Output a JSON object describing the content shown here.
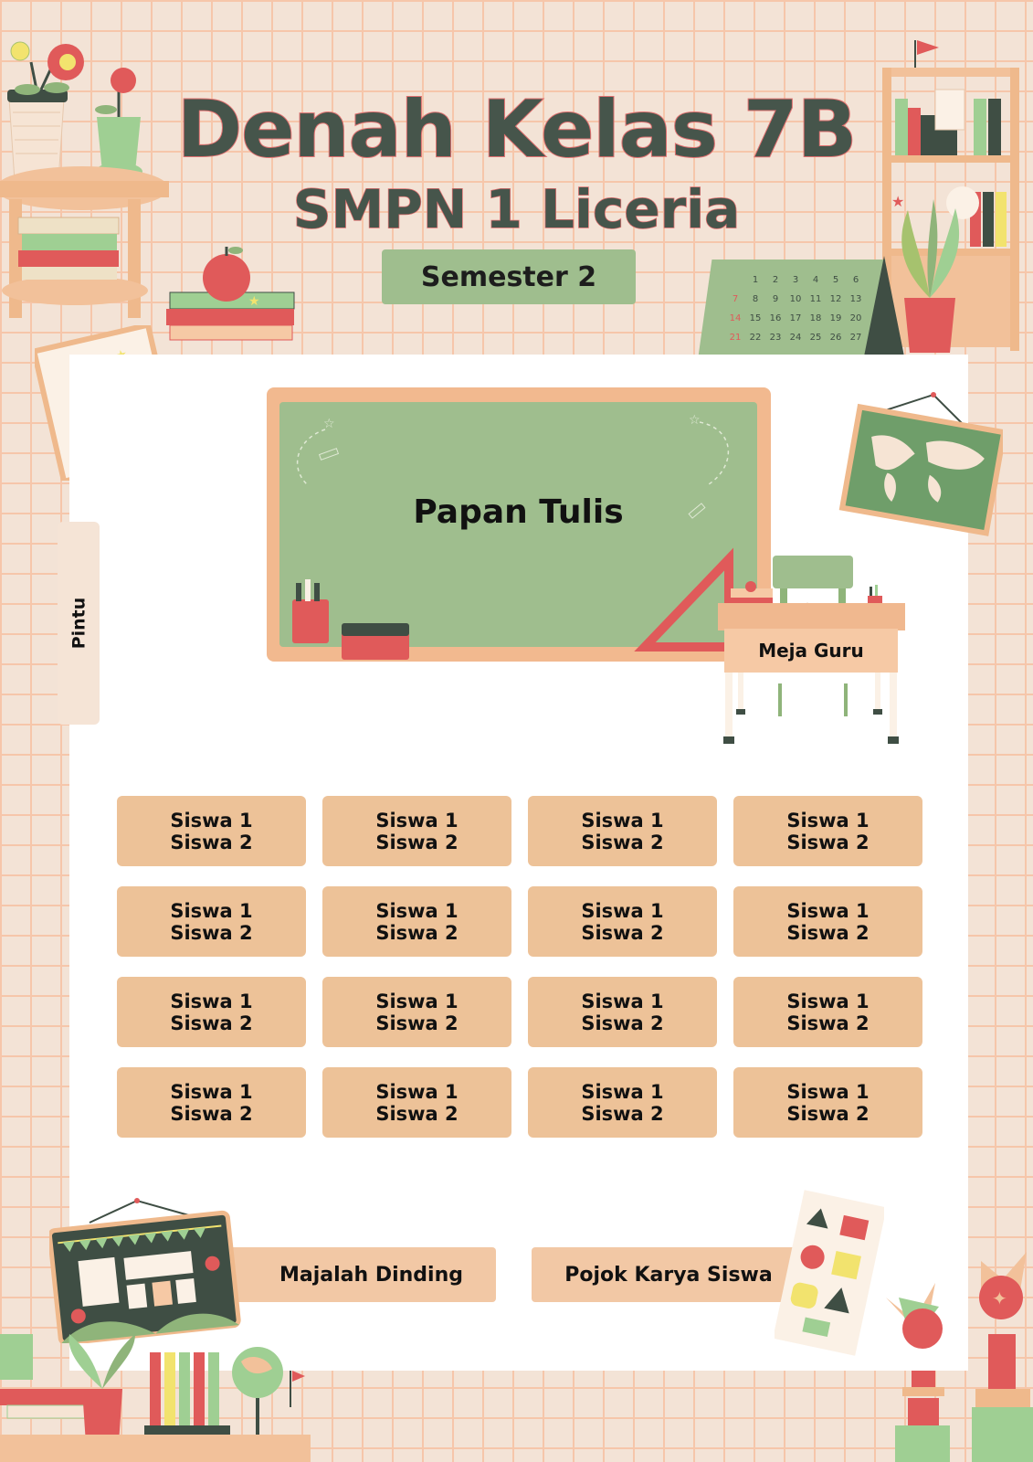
{
  "header": {
    "title": "Denah Kelas 7B",
    "school": "SMPN 1 Liceria",
    "semester": "Semester 2"
  },
  "room": {
    "board_label": "Papan Tulis",
    "door_label": "Pintu",
    "teacher_desk_label": "Meja Guru",
    "wall_magazine_label": "Majalah Dinding",
    "student_corner_label": "Pojok Karya Siswa"
  },
  "calendar": {
    "rows": [
      [
        "",
        "1",
        "2",
        "3",
        "4",
        "5",
        "6"
      ],
      [
        "7",
        "8",
        "9",
        "10",
        "11",
        "12",
        "13"
      ],
      [
        "14",
        "15",
        "16",
        "17",
        "18",
        "19",
        "20"
      ],
      [
        "21",
        "22",
        "23",
        "24",
        "25",
        "26",
        "27"
      ]
    ]
  },
  "seats": [
    [
      {
        "a": "Siswa 1",
        "b": "Siswa 2"
      },
      {
        "a": "Siswa 1",
        "b": "Siswa 2"
      },
      {
        "a": "Siswa 1",
        "b": "Siswa 2"
      },
      {
        "a": "Siswa 1",
        "b": "Siswa 2"
      }
    ],
    [
      {
        "a": "Siswa 1",
        "b": "Siswa 2"
      },
      {
        "a": "Siswa 1",
        "b": "Siswa 2"
      },
      {
        "a": "Siswa 1",
        "b": "Siswa 2"
      },
      {
        "a": "Siswa 1",
        "b": "Siswa 2"
      }
    ],
    [
      {
        "a": "Siswa 1",
        "b": "Siswa 2"
      },
      {
        "a": "Siswa 1",
        "b": "Siswa 2"
      },
      {
        "a": "Siswa 1",
        "b": "Siswa 2"
      },
      {
        "a": "Siswa 1",
        "b": "Siswa 2"
      }
    ],
    [
      {
        "a": "Siswa 1",
        "b": "Siswa 2"
      },
      {
        "a": "Siswa 1",
        "b": "Siswa 2"
      },
      {
        "a": "Siswa 1",
        "b": "Siswa 2"
      },
      {
        "a": "Siswa 1",
        "b": "Siswa 2"
      }
    ]
  ],
  "colors": {
    "background": "#f3e3d6",
    "grid": "#f6c6aa",
    "accent_green": "#9fbe8e",
    "seat": "#edc298",
    "title_text": "#46554b",
    "title_outline": "#e07070"
  }
}
